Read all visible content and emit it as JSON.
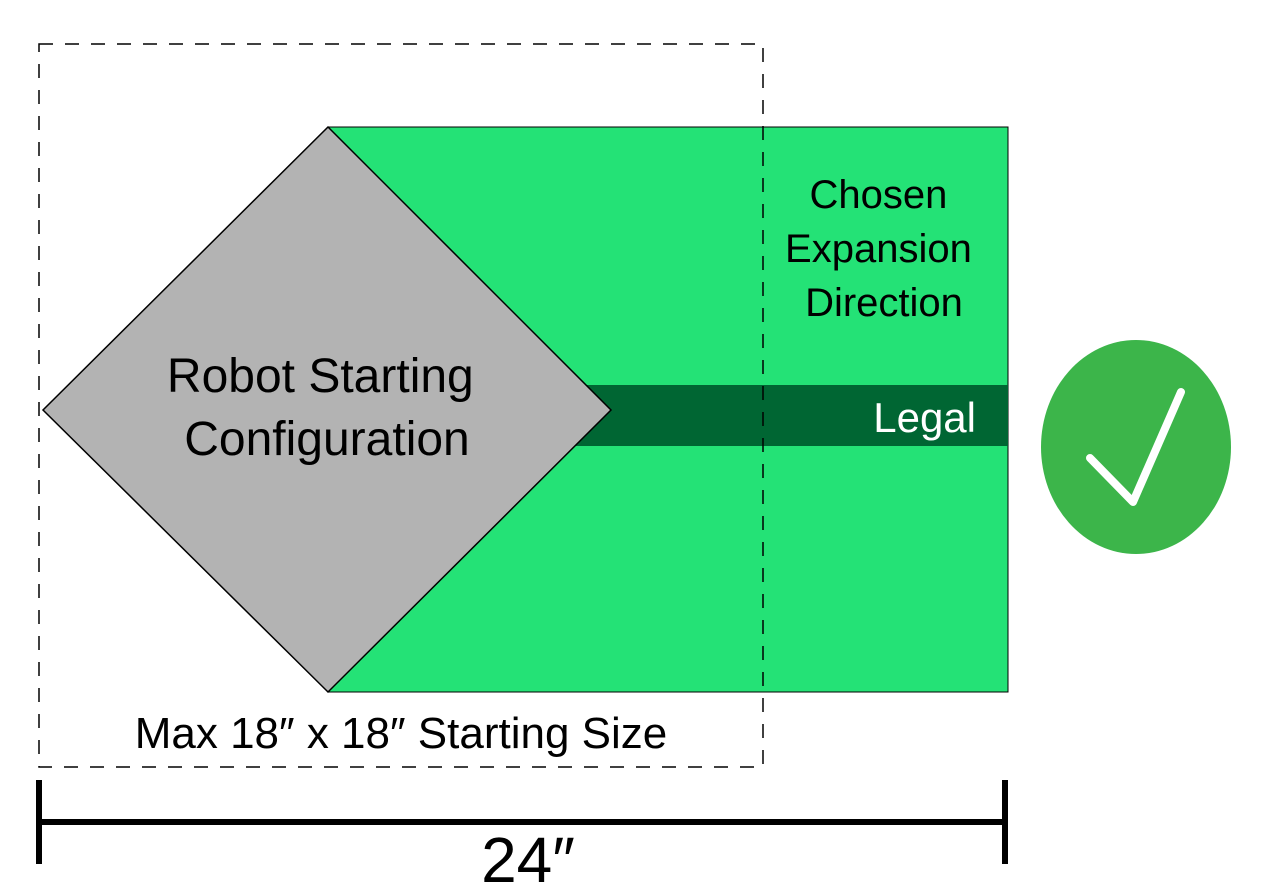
{
  "robot_label": {
    "line1": "Robot Starting",
    "line2": "Configuration"
  },
  "expansion_label": {
    "line1": "Chosen",
    "line2": "Expansion",
    "line3": "Direction"
  },
  "status_label": "Legal",
  "max_size_label": "Max 18″ x 18″ Starting Size",
  "dimension_label": "24″",
  "colors": {
    "expansion_area": "#24e276",
    "legal_bar": "#006633",
    "robot_shape": "#b3b3b3",
    "check_badge": "#3cb54a",
    "dimension_line": "#000000"
  },
  "icons": {
    "status": "checkmark-icon"
  }
}
